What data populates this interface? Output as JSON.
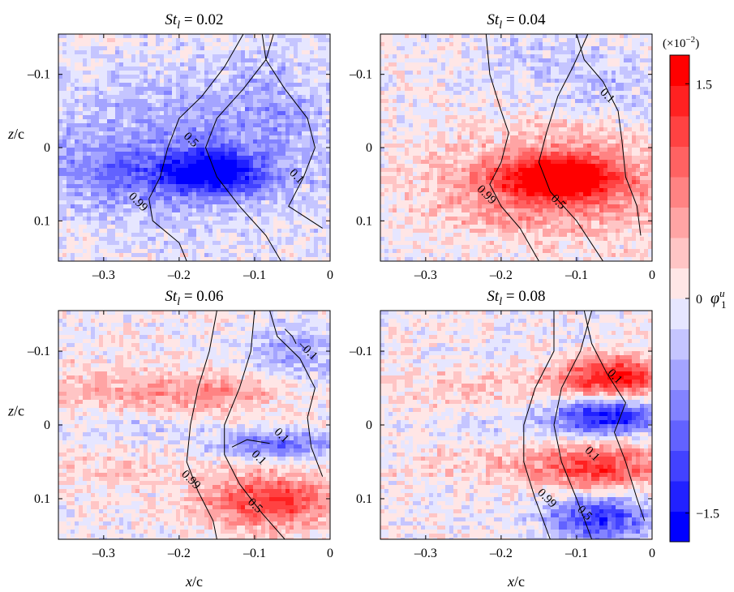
{
  "chart_data": [
    {
      "type": "heatmap",
      "title_parts": {
        "main": "St",
        "sub": "l",
        "rest": " = 0.02"
      },
      "xlabel": "",
      "ylabel_main": "z",
      "ylabel_rest": "/c",
      "xlim": [
        -0.36,
        0
      ],
      "ylim": [
        -0.155,
        0.155
      ],
      "x_ticks": [
        {
          "v": -0.3,
          "t": "–0.3"
        },
        {
          "v": -0.2,
          "t": "–0.2"
        },
        {
          "v": -0.1,
          "t": "–0.1"
        },
        {
          "v": 0,
          "t": "0"
        }
      ],
      "y_ticks": [
        {
          "v": -0.1,
          "t": "–0.1"
        },
        {
          "v": 0,
          "t": "0"
        },
        {
          "v": 0.1,
          "t": "0.1"
        }
      ],
      "blobs": [
        {
          "x": -0.16,
          "z": 0.035,
          "amp": -1.5,
          "sx": 0.05,
          "sz": 0.02
        },
        {
          "x": -0.19,
          "z": 0.0,
          "amp": -0.6,
          "sx": 0.14,
          "sz": 0.075
        },
        {
          "x": -0.3,
          "z": 0.04,
          "amp": -0.35,
          "sx": 0.06,
          "sz": 0.03
        },
        {
          "x": -0.07,
          "z": -0.07,
          "amp": -0.25,
          "sx": 0.04,
          "sz": 0.05
        }
      ],
      "contours": [
        {
          "label": "0.99",
          "label_at": [
            -0.255,
            0.075
          ],
          "points": [
            [
              -0.115,
              -0.155
            ],
            [
              -0.14,
              -0.11
            ],
            [
              -0.17,
              -0.07
            ],
            [
              -0.2,
              -0.04
            ],
            [
              -0.215,
              0.0
            ],
            [
              -0.225,
              0.04
            ],
            [
              -0.24,
              0.07
            ],
            [
              -0.235,
              0.1
            ],
            [
              -0.2,
              0.13
            ],
            [
              -0.19,
              0.155
            ]
          ]
        },
        {
          "label": "0.5",
          "label_at": [
            -0.185,
            -0.01
          ],
          "points": [
            [
              -0.075,
              -0.155
            ],
            [
              -0.085,
              -0.12
            ],
            [
              -0.115,
              -0.08
            ],
            [
              -0.15,
              -0.04
            ],
            [
              -0.165,
              0.0
            ],
            [
              -0.15,
              0.04
            ],
            [
              -0.12,
              0.08
            ],
            [
              -0.085,
              0.12
            ],
            [
              -0.065,
              0.155
            ]
          ]
        },
        {
          "label": "0.1",
          "label_at": [
            -0.045,
            0.04
          ],
          "points": [
            [
              -0.09,
              -0.155
            ],
            [
              -0.085,
              -0.12
            ],
            [
              -0.06,
              -0.08
            ],
            [
              -0.03,
              -0.04
            ],
            [
              -0.02,
              0.0
            ],
            [
              -0.035,
              0.04
            ],
            [
              -0.055,
              0.08
            ],
            [
              -0.01,
              0.11
            ]
          ]
        }
      ]
    },
    {
      "type": "heatmap",
      "title_parts": {
        "main": "St",
        "sub": "l",
        "rest": " = 0.04"
      },
      "xlabel": "",
      "ylabel_main": "",
      "ylabel_rest": "",
      "xlim": [
        -0.36,
        0
      ],
      "ylim": [
        -0.155,
        0.155
      ],
      "x_ticks": [
        {
          "v": -0.3,
          "t": "–0.3"
        },
        {
          "v": -0.2,
          "t": "–0.2"
        },
        {
          "v": -0.1,
          "t": "–0.1"
        },
        {
          "v": 0,
          "t": "0"
        }
      ],
      "y_ticks": [
        {
          "v": -0.1,
          "t": "–0.1"
        },
        {
          "v": 0,
          "t": "0"
        },
        {
          "v": 0.1,
          "t": "0.1"
        }
      ],
      "blobs": [
        {
          "x": -0.12,
          "z": 0.04,
          "amp": 1.5,
          "sx": 0.05,
          "sz": 0.02
        },
        {
          "x": -0.1,
          "z": 0.055,
          "amp": 0.7,
          "sx": 0.12,
          "sz": 0.045
        },
        {
          "x": -0.2,
          "z": 0.06,
          "amp": 0.3,
          "sx": 0.08,
          "sz": 0.04
        },
        {
          "x": -0.1,
          "z": -0.02,
          "amp": 0.3,
          "sx": 0.06,
          "sz": 0.02
        },
        {
          "x": -0.05,
          "z": -0.08,
          "amp": -0.3,
          "sx": 0.06,
          "sz": 0.04
        },
        {
          "x": -0.17,
          "z": -0.12,
          "amp": -0.2,
          "sx": 0.05,
          "sz": 0.03
        }
      ],
      "contours": [
        {
          "label": "0.99",
          "label_at": [
            -0.22,
            0.065
          ],
          "points": [
            [
              -0.22,
              -0.155
            ],
            [
              -0.215,
              -0.1
            ],
            [
              -0.2,
              -0.05
            ],
            [
              -0.19,
              -0.02
            ],
            [
              -0.2,
              0.02
            ],
            [
              -0.215,
              0.05
            ],
            [
              -0.2,
              0.08
            ],
            [
              -0.175,
              0.11
            ],
            [
              -0.15,
              0.155
            ]
          ]
        },
        {
          "label": "0.5",
          "label_at": [
            -0.125,
            0.075
          ],
          "points": [
            [
              -0.085,
              -0.155
            ],
            [
              -0.105,
              -0.11
            ],
            [
              -0.125,
              -0.07
            ],
            [
              -0.14,
              -0.02
            ],
            [
              -0.15,
              0.02
            ],
            [
              -0.135,
              0.06
            ],
            [
              -0.1,
              0.1
            ],
            [
              -0.065,
              0.155
            ]
          ]
        },
        {
          "label": "0.1",
          "label_at": [
            -0.06,
            -0.07
          ],
          "points": [
            [
              -0.1,
              -0.155
            ],
            [
              -0.09,
              -0.12
            ],
            [
              -0.065,
              -0.09
            ],
            [
              -0.045,
              -0.05
            ],
            [
              -0.04,
              -0.01
            ],
            [
              -0.035,
              0.04
            ],
            [
              -0.02,
              0.08
            ],
            [
              -0.015,
              0.12
            ]
          ]
        }
      ]
    },
    {
      "type": "heatmap",
      "title_parts": {
        "main": "St",
        "sub": "l",
        "rest": " = 0.06"
      },
      "xlabel_main": "x",
      "xlabel_rest": "/c",
      "ylabel_main": "z",
      "ylabel_rest": "/c",
      "xlim": [
        -0.36,
        0
      ],
      "ylim": [
        -0.155,
        0.155
      ],
      "x_ticks": [
        {
          "v": -0.3,
          "t": "–0.3"
        },
        {
          "v": -0.2,
          "t": "–0.2"
        },
        {
          "v": -0.1,
          "t": "–0.1"
        },
        {
          "v": 0,
          "t": "0"
        }
      ],
      "y_ticks": [
        {
          "v": -0.1,
          "t": "–0.1"
        },
        {
          "v": 0,
          "t": "0"
        },
        {
          "v": 0.1,
          "t": "0.1"
        }
      ],
      "blobs": [
        {
          "x": -0.08,
          "z": 0.1,
          "amp": 1.3,
          "sx": 0.06,
          "sz": 0.025
        },
        {
          "x": -0.07,
          "z": 0.025,
          "amp": -1.0,
          "sx": 0.06,
          "sz": 0.012
        },
        {
          "x": -0.05,
          "z": -0.1,
          "amp": -0.6,
          "sx": 0.04,
          "sz": 0.03
        },
        {
          "x": -0.15,
          "z": -0.045,
          "amp": 0.6,
          "sx": 0.08,
          "sz": 0.02
        },
        {
          "x": -0.3,
          "z": -0.05,
          "amp": 0.35,
          "sx": 0.08,
          "sz": 0.02
        },
        {
          "x": -0.28,
          "z": 0.06,
          "amp": 0.25,
          "sx": 0.08,
          "sz": 0.02
        },
        {
          "x": -0.25,
          "z": 0.005,
          "amp": -0.2,
          "sx": 0.06,
          "sz": 0.015
        }
      ],
      "contours": [
        {
          "label": "0.99",
          "label_at": [
            -0.185,
            0.075
          ],
          "points": [
            [
              -0.15,
              -0.155
            ],
            [
              -0.16,
              -0.1
            ],
            [
              -0.175,
              -0.05
            ],
            [
              -0.185,
              0.0
            ],
            [
              -0.19,
              0.05
            ],
            [
              -0.175,
              0.09
            ],
            [
              -0.155,
              0.13
            ],
            [
              -0.15,
              0.155
            ]
          ]
        },
        {
          "label": "0.5",
          "label_at": [
            -0.1,
            0.11
          ],
          "points": [
            [
              -0.1,
              -0.155
            ],
            [
              -0.105,
              -0.1
            ],
            [
              -0.12,
              -0.05
            ],
            [
              -0.14,
              0.0
            ],
            [
              -0.14,
              0.04
            ],
            [
              -0.12,
              0.08
            ],
            [
              -0.09,
              0.12
            ],
            [
              -0.06,
              0.155
            ]
          ]
        },
        {
          "label": "0.1",
          "label_at": [
            -0.065,
            0.015
          ],
          "points": [
            [
              -0.08,
              -0.155
            ],
            [
              -0.07,
              -0.12
            ],
            [
              -0.04,
              -0.09
            ],
            [
              -0.02,
              -0.05
            ],
            [
              -0.03,
              -0.01
            ],
            [
              -0.025,
              0.03
            ],
            [
              -0.01,
              0.07
            ]
          ]
        },
        {
          "label": "0.1",
          "label_at": [
            -0.095,
            0.045
          ],
          "points": [
            [
              -0.13,
              0.03
            ],
            [
              -0.11,
              0.02
            ],
            [
              -0.08,
              0.025
            ]
          ]
        },
        {
          "label": "–0.1",
          "label_at": [
            -0.03,
            -0.1
          ],
          "points": [
            [
              -0.06,
              -0.13
            ],
            [
              -0.05,
              -0.12
            ],
            [
              -0.045,
              -0.11
            ]
          ]
        }
      ]
    },
    {
      "type": "heatmap",
      "title_parts": {
        "main": "St",
        "sub": "l",
        "rest": " = 0.08"
      },
      "xlabel_main": "x",
      "xlabel_rest": "/c",
      "ylabel_main": "",
      "ylabel_rest": "",
      "xlim": [
        -0.36,
        0
      ],
      "ylim": [
        -0.155,
        0.155
      ],
      "x_ticks": [
        {
          "v": -0.3,
          "t": "–0.3"
        },
        {
          "v": -0.2,
          "t": "–0.2"
        },
        {
          "v": -0.1,
          "t": "–0.1"
        },
        {
          "v": 0,
          "t": "0"
        }
      ],
      "y_ticks": [
        {
          "v": -0.1,
          "t": "–0.1"
        },
        {
          "v": 0,
          "t": "0"
        },
        {
          "v": 0.1,
          "t": "0.1"
        }
      ],
      "blobs": [
        {
          "x": -0.05,
          "z": -0.065,
          "amp": 1.5,
          "sx": 0.05,
          "sz": 0.02
        },
        {
          "x": -0.06,
          "z": -0.015,
          "amp": -1.5,
          "sx": 0.05,
          "sz": 0.018
        },
        {
          "x": -0.07,
          "z": 0.055,
          "amp": 1.2,
          "sx": 0.06,
          "sz": 0.022
        },
        {
          "x": -0.07,
          "z": 0.125,
          "amp": -1.3,
          "sx": 0.05,
          "sz": 0.022
        },
        {
          "x": -0.22,
          "z": -0.05,
          "amp": 0.3,
          "sx": 0.1,
          "sz": 0.02
        },
        {
          "x": -0.22,
          "z": 0.05,
          "amp": 0.25,
          "sx": 0.1,
          "sz": 0.02
        },
        {
          "x": -0.2,
          "z": 0.0,
          "amp": -0.2,
          "sx": 0.1,
          "sz": 0.015
        }
      ],
      "contours": [
        {
          "label": "0.99",
          "label_at": [
            -0.14,
            0.1
          ],
          "points": [
            [
              -0.13,
              -0.155
            ],
            [
              -0.13,
              -0.1
            ],
            [
              -0.155,
              -0.05
            ],
            [
              -0.17,
              0.0
            ],
            [
              -0.17,
              0.05
            ],
            [
              -0.155,
              0.1
            ],
            [
              -0.135,
              0.155
            ]
          ]
        },
        {
          "label": "0.5",
          "label_at": [
            -0.09,
            0.12
          ],
          "points": [
            [
              -0.08,
              -0.155
            ],
            [
              -0.095,
              -0.1
            ],
            [
              -0.12,
              -0.05
            ],
            [
              -0.13,
              0.0
            ],
            [
              -0.12,
              0.05
            ],
            [
              -0.1,
              0.1
            ],
            [
              -0.08,
              0.155
            ]
          ]
        },
        {
          "label": "0.1",
          "label_at": [
            -0.08,
            0.04
          ],
          "points": [
            [
              -0.09,
              -0.155
            ],
            [
              -0.08,
              -0.11
            ],
            [
              -0.06,
              -0.07
            ],
            [
              -0.035,
              -0.03
            ],
            [
              -0.05,
              0.01
            ],
            [
              -0.035,
              0.05
            ],
            [
              -0.02,
              0.1
            ],
            [
              -0.01,
              0.13
            ]
          ]
        },
        {
          "label": "0.1",
          "label_at": [
            -0.05,
            -0.065
          ],
          "points": []
        }
      ]
    }
  ],
  "colorbar": {
    "multiplier_open": "(×10",
    "multiplier_exp": "−2",
    "multiplier_close": ")",
    "ticks": [
      {
        "v": 1.5,
        "t": "1.5"
      },
      {
        "v": 0,
        "t": "0"
      },
      {
        "v": -1.5,
        "t": "−1.5"
      }
    ],
    "range": [
      -1.7,
      1.7
    ],
    "levels": 16,
    "symbol_main": "φ",
    "symbol_sub": "1",
    "symbol_sup": "u"
  },
  "colors": {
    "positive": "#ff0000",
    "negative": "#0000ff",
    "neutral": "#ffffff",
    "contour": "#000000"
  }
}
